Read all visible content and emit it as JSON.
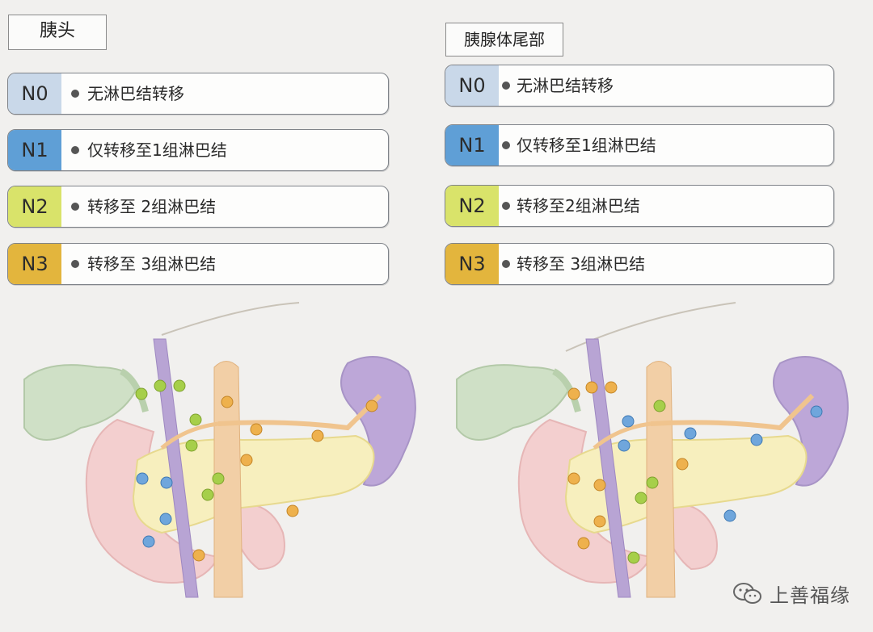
{
  "colors": {
    "N0": "#c9d8e9",
    "N1": "#5f9fd6",
    "N2": "#d9e36a",
    "N3": "#e3b53d",
    "node_blue": "#6fa6dc",
    "node_green": "#a6cf4a",
    "node_orange": "#eeb14d"
  },
  "panels": [
    {
      "title": "胰头",
      "rows": [
        {
          "code": "N0",
          "text": "无淋巴结转移"
        },
        {
          "code": "N1",
          "text": "仅转移至1组淋巴结"
        },
        {
          "code": "N2",
          "text": "转移至 2组淋巴结"
        },
        {
          "code": "N3",
          "text": "转移至 3组淋巴结"
        }
      ]
    },
    {
      "title": "胰腺体尾部",
      "rows": [
        {
          "code": "N0",
          "text": "无淋巴结转移"
        },
        {
          "code": "N1",
          "text": "仅转移至1组淋巴结"
        },
        {
          "code": "N2",
          "text": "转移至2组淋巴结"
        },
        {
          "code": "N3",
          "text": "转移至 3组淋巴结"
        }
      ]
    }
  ],
  "watermark": {
    "text": "上善福缘",
    "icon": "wechat-icon"
  }
}
